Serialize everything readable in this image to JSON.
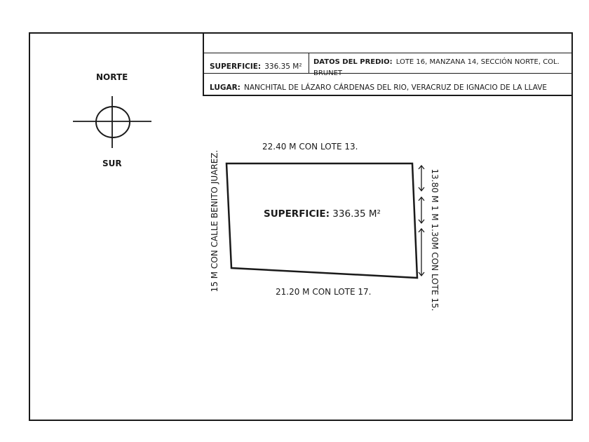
{
  "info_table": {
    "superficie_label": "SUPERFICIE:",
    "superficie_value": "336.35 M²",
    "datos_label": "DATOS DEL PREDIO:",
    "datos_value": "LOTE 16, MANZANA 14, SECCIÓN NORTE, COL. BRUNET",
    "lugar_label": "LUGAR:",
    "lugar_value": "NANCHITAL DE LÁZARO CÁRDENAS DEL RIO, VERACRUZ DE IGNACIO DE LA LLAVE"
  },
  "compass": {
    "north": "NORTE",
    "south": "SUR"
  },
  "plot": {
    "top_boundary": "22.40 M  CON LOTE 13.",
    "bottom_boundary": "21.20 M CON LOTE 17.",
    "left_boundary": "15 M CON CALLE BENITO JUAREZ.",
    "right_boundary": "13.80 M   1 M  1.30M  CON LOTE 15.",
    "area_label": "SUPERFICIE:",
    "area_value": "336.35 M²"
  }
}
